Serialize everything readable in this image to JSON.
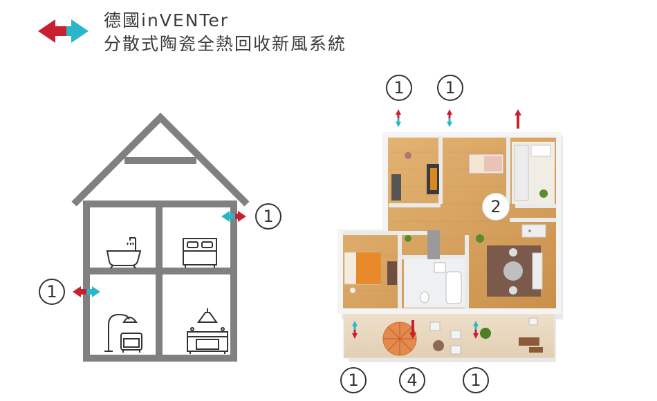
{
  "title": {
    "line1": "德國inVENTer",
    "line2": "分散式陶瓷全熱回收新風系統"
  },
  "markers": {
    "house_right": "1",
    "house_left": "1",
    "plan_top_1": "1",
    "plan_top_2": "1",
    "plan_center": "2",
    "plan_bottom_1": "1",
    "plan_bottom_4": "4",
    "plan_bottom_2": "1"
  },
  "colors": {
    "arrow_red": "#c8202f",
    "arrow_cyan": "#29b6c9",
    "house_gray": "#808080",
    "floor_wood": "#d9a865"
  },
  "icons": [
    "bathtub-icon",
    "bed-icon",
    "floor-lamp-armchair-icon",
    "kitchen-stove-icon"
  ]
}
